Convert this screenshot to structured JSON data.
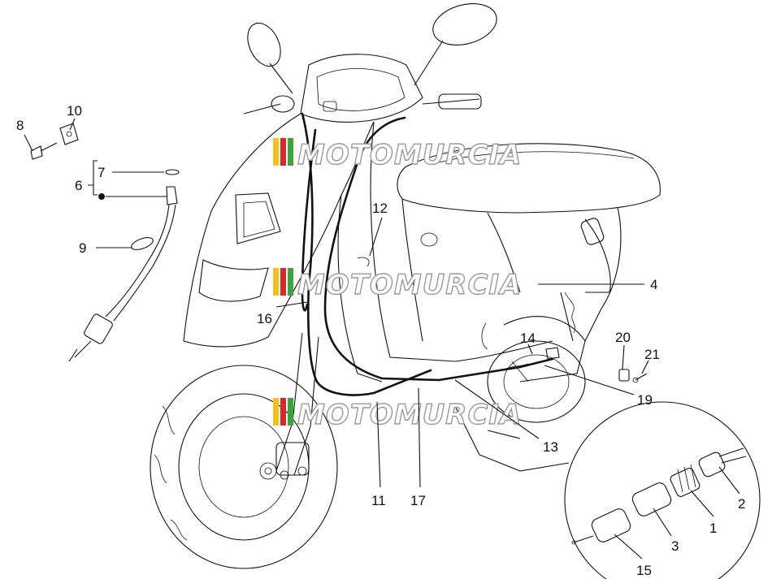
{
  "watermark": {
    "text": "MOTOMURCIA"
  },
  "callouts": {
    "c1": "1",
    "c2": "2",
    "c3": "3",
    "c4": "4",
    "c6": "6",
    "c7": "7",
    "c8": "8",
    "c9": "9",
    "c10": "10",
    "c11": "11",
    "c12": "12",
    "c13": "13",
    "c14": "14",
    "c15": "15",
    "c16": "16",
    "c17": "17",
    "c19": "19",
    "c20": "20",
    "c21": "21"
  },
  "colors": {
    "line": "#111111",
    "watermark_stroke": "#9a9a9a",
    "stripe_yellow": "#f2c21b",
    "stripe_red": "#d9272e",
    "stripe_green": "#3aa53a"
  }
}
